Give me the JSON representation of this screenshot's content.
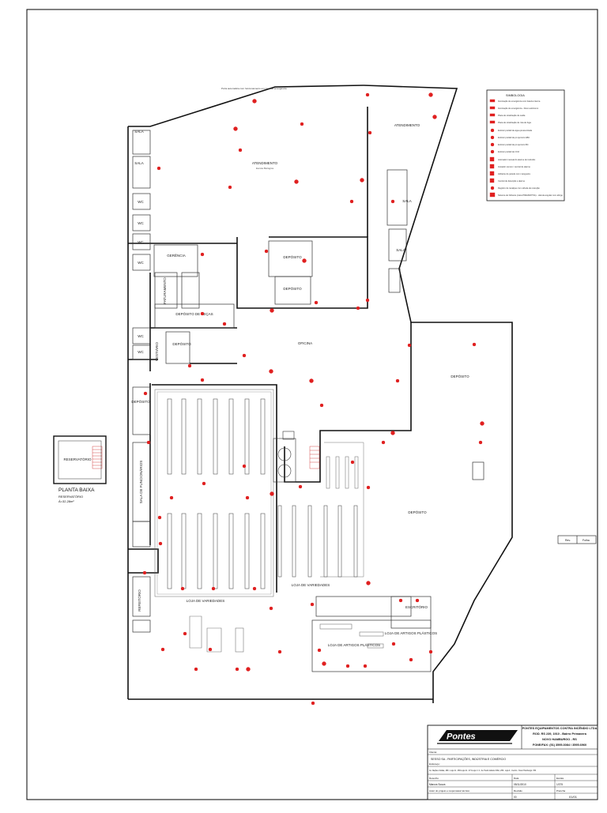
{
  "plan": {
    "rooms": [
      {
        "key": "atendimento_main",
        "name": "ATENDIMENTO",
        "sub": "Escola Biológica"
      },
      {
        "key": "atendimento_right",
        "name": "ATENDIMENTO",
        "sub": ""
      },
      {
        "key": "sala_1",
        "name": "SALA",
        "sub": ""
      },
      {
        "key": "sala_2",
        "name": "SALA",
        "sub": ""
      },
      {
        "key": "sala_3",
        "name": "SALA",
        "sub": ""
      },
      {
        "key": "sala_4",
        "name": "SALA",
        "sub": ""
      },
      {
        "key": "wc_1",
        "name": "WC",
        "sub": ""
      },
      {
        "key": "wc_2",
        "name": "WC",
        "sub": ""
      },
      {
        "key": "wc_3",
        "name": "WC",
        "sub": ""
      },
      {
        "key": "wc_4",
        "name": "WC",
        "sub": ""
      },
      {
        "key": "wc_5",
        "name": "WC",
        "sub": ""
      },
      {
        "key": "wc_6",
        "name": "WC",
        "sub": ""
      },
      {
        "key": "gerencia",
        "name": "GERÊNCIA",
        "sub": ""
      },
      {
        "key": "faturamento",
        "name": "FATURAMENTO",
        "sub": ""
      },
      {
        "key": "deposito_1",
        "name": "DEPÓSITO",
        "sub": ""
      },
      {
        "key": "deposito_2",
        "name": "DEPÓSITO",
        "sub": ""
      },
      {
        "key": "deposito_pecas",
        "name": "DEPÓSITO DE PEÇAS",
        "sub": ""
      },
      {
        "key": "deposito_3",
        "name": "DEPÓSITO",
        "sub": ""
      },
      {
        "key": "vestiario",
        "name": "VESTIÁRIO",
        "sub": ""
      },
      {
        "key": "oficina",
        "name": "OFICINA",
        "sub": ""
      },
      {
        "key": "deposito_big_right",
        "name": "DEPÓSITO",
        "sub": ""
      },
      {
        "key": "deposito_left",
        "name": "DEPÓSITO",
        "sub": ""
      },
      {
        "key": "deposito_center",
        "name": "DEPÓSITO",
        "sub": ""
      },
      {
        "key": "loja_variedades_1",
        "name": "LOJA DE VARIEDADES",
        "sub": ""
      },
      {
        "key": "loja_variedades_2",
        "name": "LOJA DE VARIEDADES",
        "sub": ""
      },
      {
        "key": "loja_artigos_1",
        "name": "LOJA DE ARTIGOS PLÁSTICOS",
        "sub": ""
      },
      {
        "key": "loja_artigos_2",
        "name": "LOJA DE ARTIGOS PLÁSTICOS",
        "sub": ""
      },
      {
        "key": "escritorio",
        "name": "ESCRITÓRIO",
        "sub": ""
      },
      {
        "key": "refeitorio",
        "name": "REFEITÓRIO",
        "sub": ""
      },
      {
        "key": "sala_funcionarios",
        "name": "SALA DE FUNCIONÁRIOS",
        "sub": ""
      },
      {
        "key": "reservatorio",
        "name": "RESERVATÓRIO",
        "sub": ""
      }
    ],
    "reservoir_title": "PLANTA BAIXA",
    "reservoir_subtitle": "RESERVATÓRIO",
    "reservoir_area": "Á=32,28m²",
    "top_note": "Porta automática com funcionamento em caso de emergência"
  },
  "legend": {
    "title": "SIMBOLOGIA",
    "items": [
      "Iluminação de emergência com bateria interna",
      "Iluminação de emergência - bloco autônomo",
      "Placa de sinalização de saída",
      "Placa de sinalização de rota de fuga",
      "Extintor portátil de água pressurizada",
      "Extintor portátil de pó químico ABC",
      "Extintor portátil de pó químico BC",
      "Extintor portátil de CO2",
      "Acionador manual do alarme de incêndio",
      "Avisador sonoro / central de alarme",
      "Hidrante de parede com mangueira",
      "Central de detecção e alarme",
      "Registro de recalque com válvula de retenção",
      "Sistema de hidrante (caixa PREVENTIVA) - válvula angular com abrigo"
    ]
  },
  "revision_box": {
    "rev_label": "Rev.",
    "sheet_label": "Folha"
  },
  "title_block": {
    "company_name": "Pontes",
    "company_line1": "PONTES EQUIPAMENTOS CONTRA INCÊNDIO LTDA",
    "company_line2": "ROD. RS 239, 1910 - Bairro Primavera",
    "company_line3": "NOVO HAMBURGO - RS",
    "company_line4": "FONE/FAX: (51) 3595.3084 / 3595.6960",
    "client_label": "Cliente:",
    "client_value": "SESSO SA - PARTICIPAÇÕES, INDÚSTRIA E COMÉRCIO",
    "address_label": "Endereço:",
    "address_value": "Av. Nações Unidas, 469 - Loja 11 - 469 Loja 12 - 471 Loja 1 / 2 - Av. Pedro Adams Filho, 269 - Loja 4 - Centro - Novo Hamburgo / RS",
    "row3_left": "Desenho",
    "row3_mid": "Data",
    "row3_right": "Escala",
    "row4_left": "Marcos Souza",
    "row4_mid": "05/11/2010",
    "row4_right": "1/375",
    "row5_left": "Autor do projeto e responsável técnico",
    "row5_mid": "Revisão",
    "row5_right": "Prancha",
    "row6_mid": "00",
    "row6_right": "01/01"
  }
}
